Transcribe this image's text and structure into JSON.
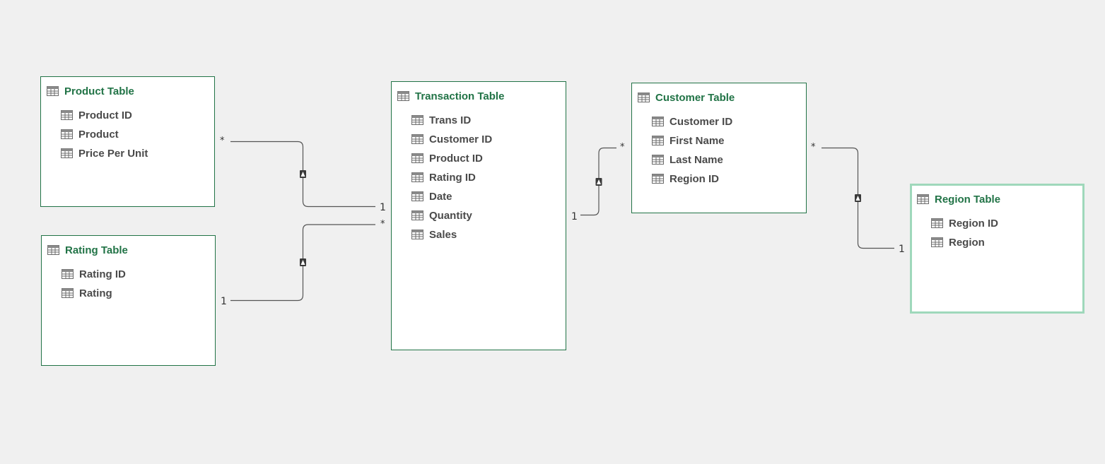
{
  "icons": {
    "table": "table-icon",
    "field": "field-icon",
    "filter": "filter-direction-icon"
  },
  "colors": {
    "title": "#217346",
    "border": "#217346",
    "selected_border": "#9fd8bb",
    "line": "#555555",
    "background": "#f0f0f0"
  },
  "tables": [
    {
      "id": "product",
      "title": "Product Table",
      "fields": [
        "Product ID",
        "Product",
        "Price Per Unit"
      ]
    },
    {
      "id": "rating",
      "title": "Rating Table",
      "fields": [
        "Rating ID",
        "Rating"
      ]
    },
    {
      "id": "transaction",
      "title": "Transaction Table",
      "fields": [
        "Trans ID",
        "Customer ID",
        "Product ID",
        "Rating ID",
        "Date",
        "Quantity",
        "Sales"
      ]
    },
    {
      "id": "customer",
      "title": "Customer Table",
      "fields": [
        "Customer ID",
        "First Name",
        "Last Name",
        "Region ID"
      ]
    },
    {
      "id": "region",
      "title": "Region Table",
      "fields": [
        "Region ID",
        "Region"
      ],
      "selected": true
    }
  ],
  "relationships": [
    {
      "from": "Product Table",
      "to": "Transaction Table",
      "from_cardinality": "*",
      "to_cardinality": "1"
    },
    {
      "from": "Rating Table",
      "to": "Transaction Table",
      "from_cardinality": "1",
      "to_cardinality": "*"
    },
    {
      "from": "Transaction Table",
      "to": "Customer Table",
      "from_cardinality": "1",
      "to_cardinality": "*"
    },
    {
      "from": "Customer Table",
      "to": "Region Table",
      "from_cardinality": "*",
      "to_cardinality": "1"
    }
  ]
}
